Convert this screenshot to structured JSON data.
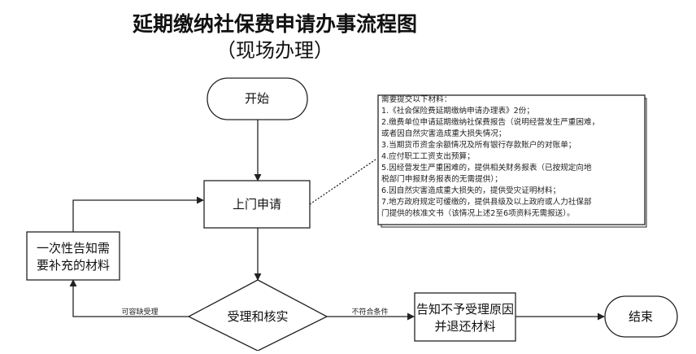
{
  "title": "延期缴纳社保费申请办事流程图",
  "subtitle": "（现场办理）",
  "nodes": {
    "start": "开始",
    "apply": "上门申请",
    "notify_line1": "一次性告知需",
    "notify_line2": "要补充的材料",
    "review": "受理和核实",
    "reject_line1": "告知不予受理原因",
    "reject_line2": "并退还材料",
    "end": "结束"
  },
  "edge_labels": {
    "incomplete": "可容缺受理",
    "not_compliant": "不符合条件"
  },
  "note": {
    "lines": [
      "需要提交以下材料：",
      "1.《社会保险费延期缴纳申请办理表》2份；",
      "2.缴费单位申请延期缴纳社保费报告（说明经营发生严重困难，",
      "或者因自然灾害造成重大损失情况；",
      "3.当期货币资金余额情况及所有银行存款账户的对账单；",
      "4.应付职工工资支出预算；",
      "5.因经营发生严重困难的，提供相关财务报表（已按规定向地",
      "税部门申报财务报表的无需提供）；",
      "6.因自然灾害造成重大损失的，提供受灾证明材料；",
      "7.地方政府规定可缓缴的，提供县级及以上政府或人力社保部",
      "门提供的核准文书（该情况上述2至6项资料无需报送）。"
    ]
  }
}
